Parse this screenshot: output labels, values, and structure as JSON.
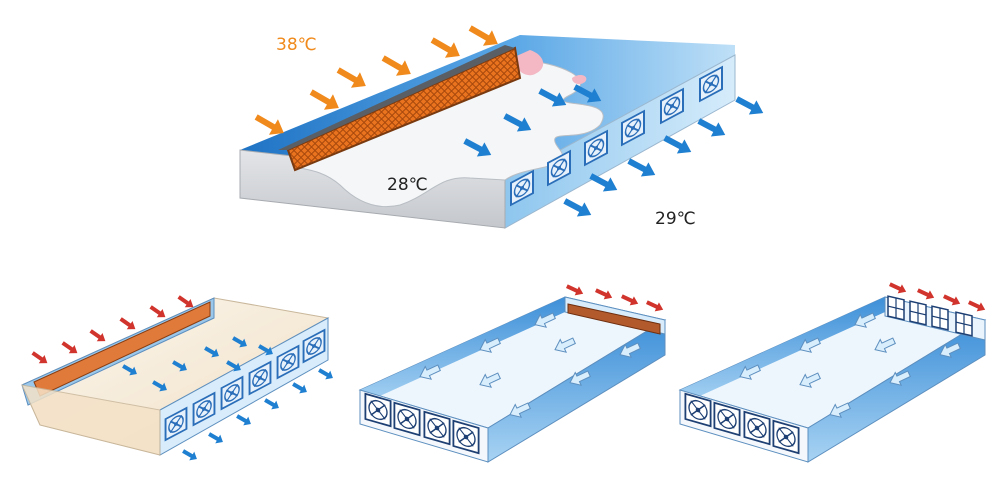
{
  "labels": {
    "outside_temp": "38℃",
    "inside_temp": "28℃",
    "exhaust_temp": "29℃"
  },
  "colors": {
    "hot_arrow": "#f08a1c",
    "cool_arrow": "#1f7fd0",
    "red_arrow": "#d0342c",
    "pad_orange": "#e9731e",
    "roof_blue": "#2f8fd8",
    "wall_grey": "#d3d5d8",
    "fan_blue": "#2a6db8"
  },
  "icons": [
    "arrow-right-icon",
    "fan-icon",
    "window-icon",
    "cooling-pad-icon"
  ]
}
